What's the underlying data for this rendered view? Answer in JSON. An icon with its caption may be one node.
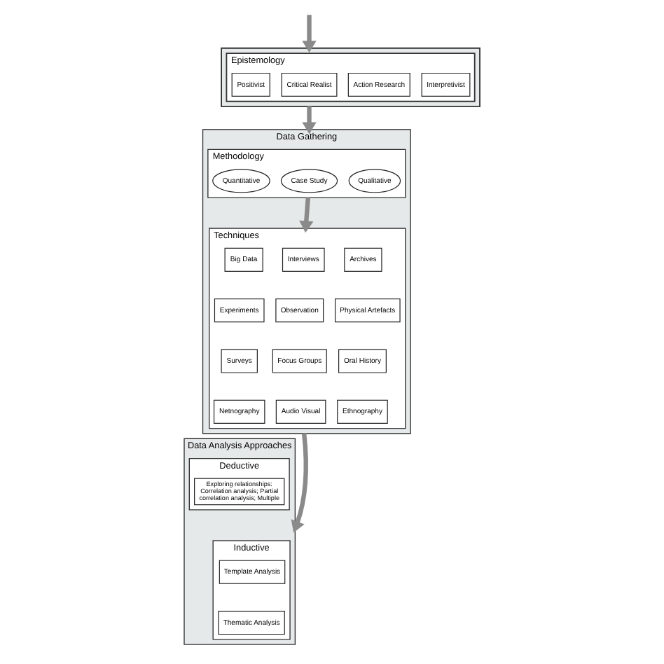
{
  "diagram": {
    "nodes": [
      {
        "text": [],
        "shape": "box"
      },
      {
        "text": [
          "Epistemology"
        ],
        "in": 0
      },
      {
        "text": [
          "Positivist"
        ],
        "in": 1
      },
      {
        "text": [
          "Critical Realist"
        ],
        "in": 1
      },
      {
        "text": [
          "Action Research"
        ],
        "in": 1
      },
      {
        "text": [
          "Interpretivist"
        ],
        "in": 1
      },
      {
        "text": [
          "Data Gathering"
        ]
      },
      {
        "text": [
          "Methodology"
        ],
        "in": 6
      },
      {
        "text": [
          "Quantitative"
        ],
        "in": 7
      },
      {
        "text": [
          "Case Study"
        ],
        "in": 7
      },
      {
        "text": [
          "Qualitative"
        ],
        "in": 7
      },
      {
        "text": [
          "Techniques"
        ],
        "in": 6
      },
      {
        "text": [
          "Big Data"
        ],
        "in": 11
      },
      {
        "text": [
          "Interviews"
        ],
        "in": 11
      },
      {
        "text": [
          "Archives"
        ],
        "in": 11
      },
      {
        "text": [
          "Experiments"
        ],
        "in": 11
      },
      {
        "text": [
          "Observation"
        ],
        "in": 11
      },
      {
        "text": [
          "Physical Artefacts"
        ],
        "in": 11
      },
      {
        "text": [
          "Surveys"
        ],
        "in": 11
      },
      {
        "text": [
          "Focus Groups"
        ],
        "in": 11
      },
      {
        "text": [
          "Oral History"
        ],
        "in": 11
      },
      {
        "text": [
          "Netnography"
        ],
        "in": 11
      },
      {
        "text": [
          "Audio Visual"
        ],
        "in": 11
      },
      {
        "text": [
          "Ethnography"
        ],
        "in": 11
      },
      {
        "text": [
          "Data Analysis Approaches"
        ]
      },
      {
        "text": [
          "Deductive"
        ],
        "in": 24
      },
      {
        "text": [
          "Exploring relationships: Correlation analysis; Partial correlation analysis; Multiple"
        ],
        "in": 25
      },
      {
        "text": [
          "Inductive"
        ],
        "in": 24
      },
      {
        "text": [
          "Template Analysis"
        ],
        "in": 27
      },
      {
        "text": [
          "Thematic Analysis"
        ],
        "in": 27
      }
    ],
    "edges": [
      {
        "from": null,
        "to": 0,
        "arrow": "to"
      },
      {
        "from": 0,
        "to": 6,
        "arrow": "to"
      },
      {
        "from": 7,
        "to": 11,
        "arrow": "to"
      },
      {
        "from": 6,
        "to": 24,
        "arrow": "to"
      }
    ]
  }
}
